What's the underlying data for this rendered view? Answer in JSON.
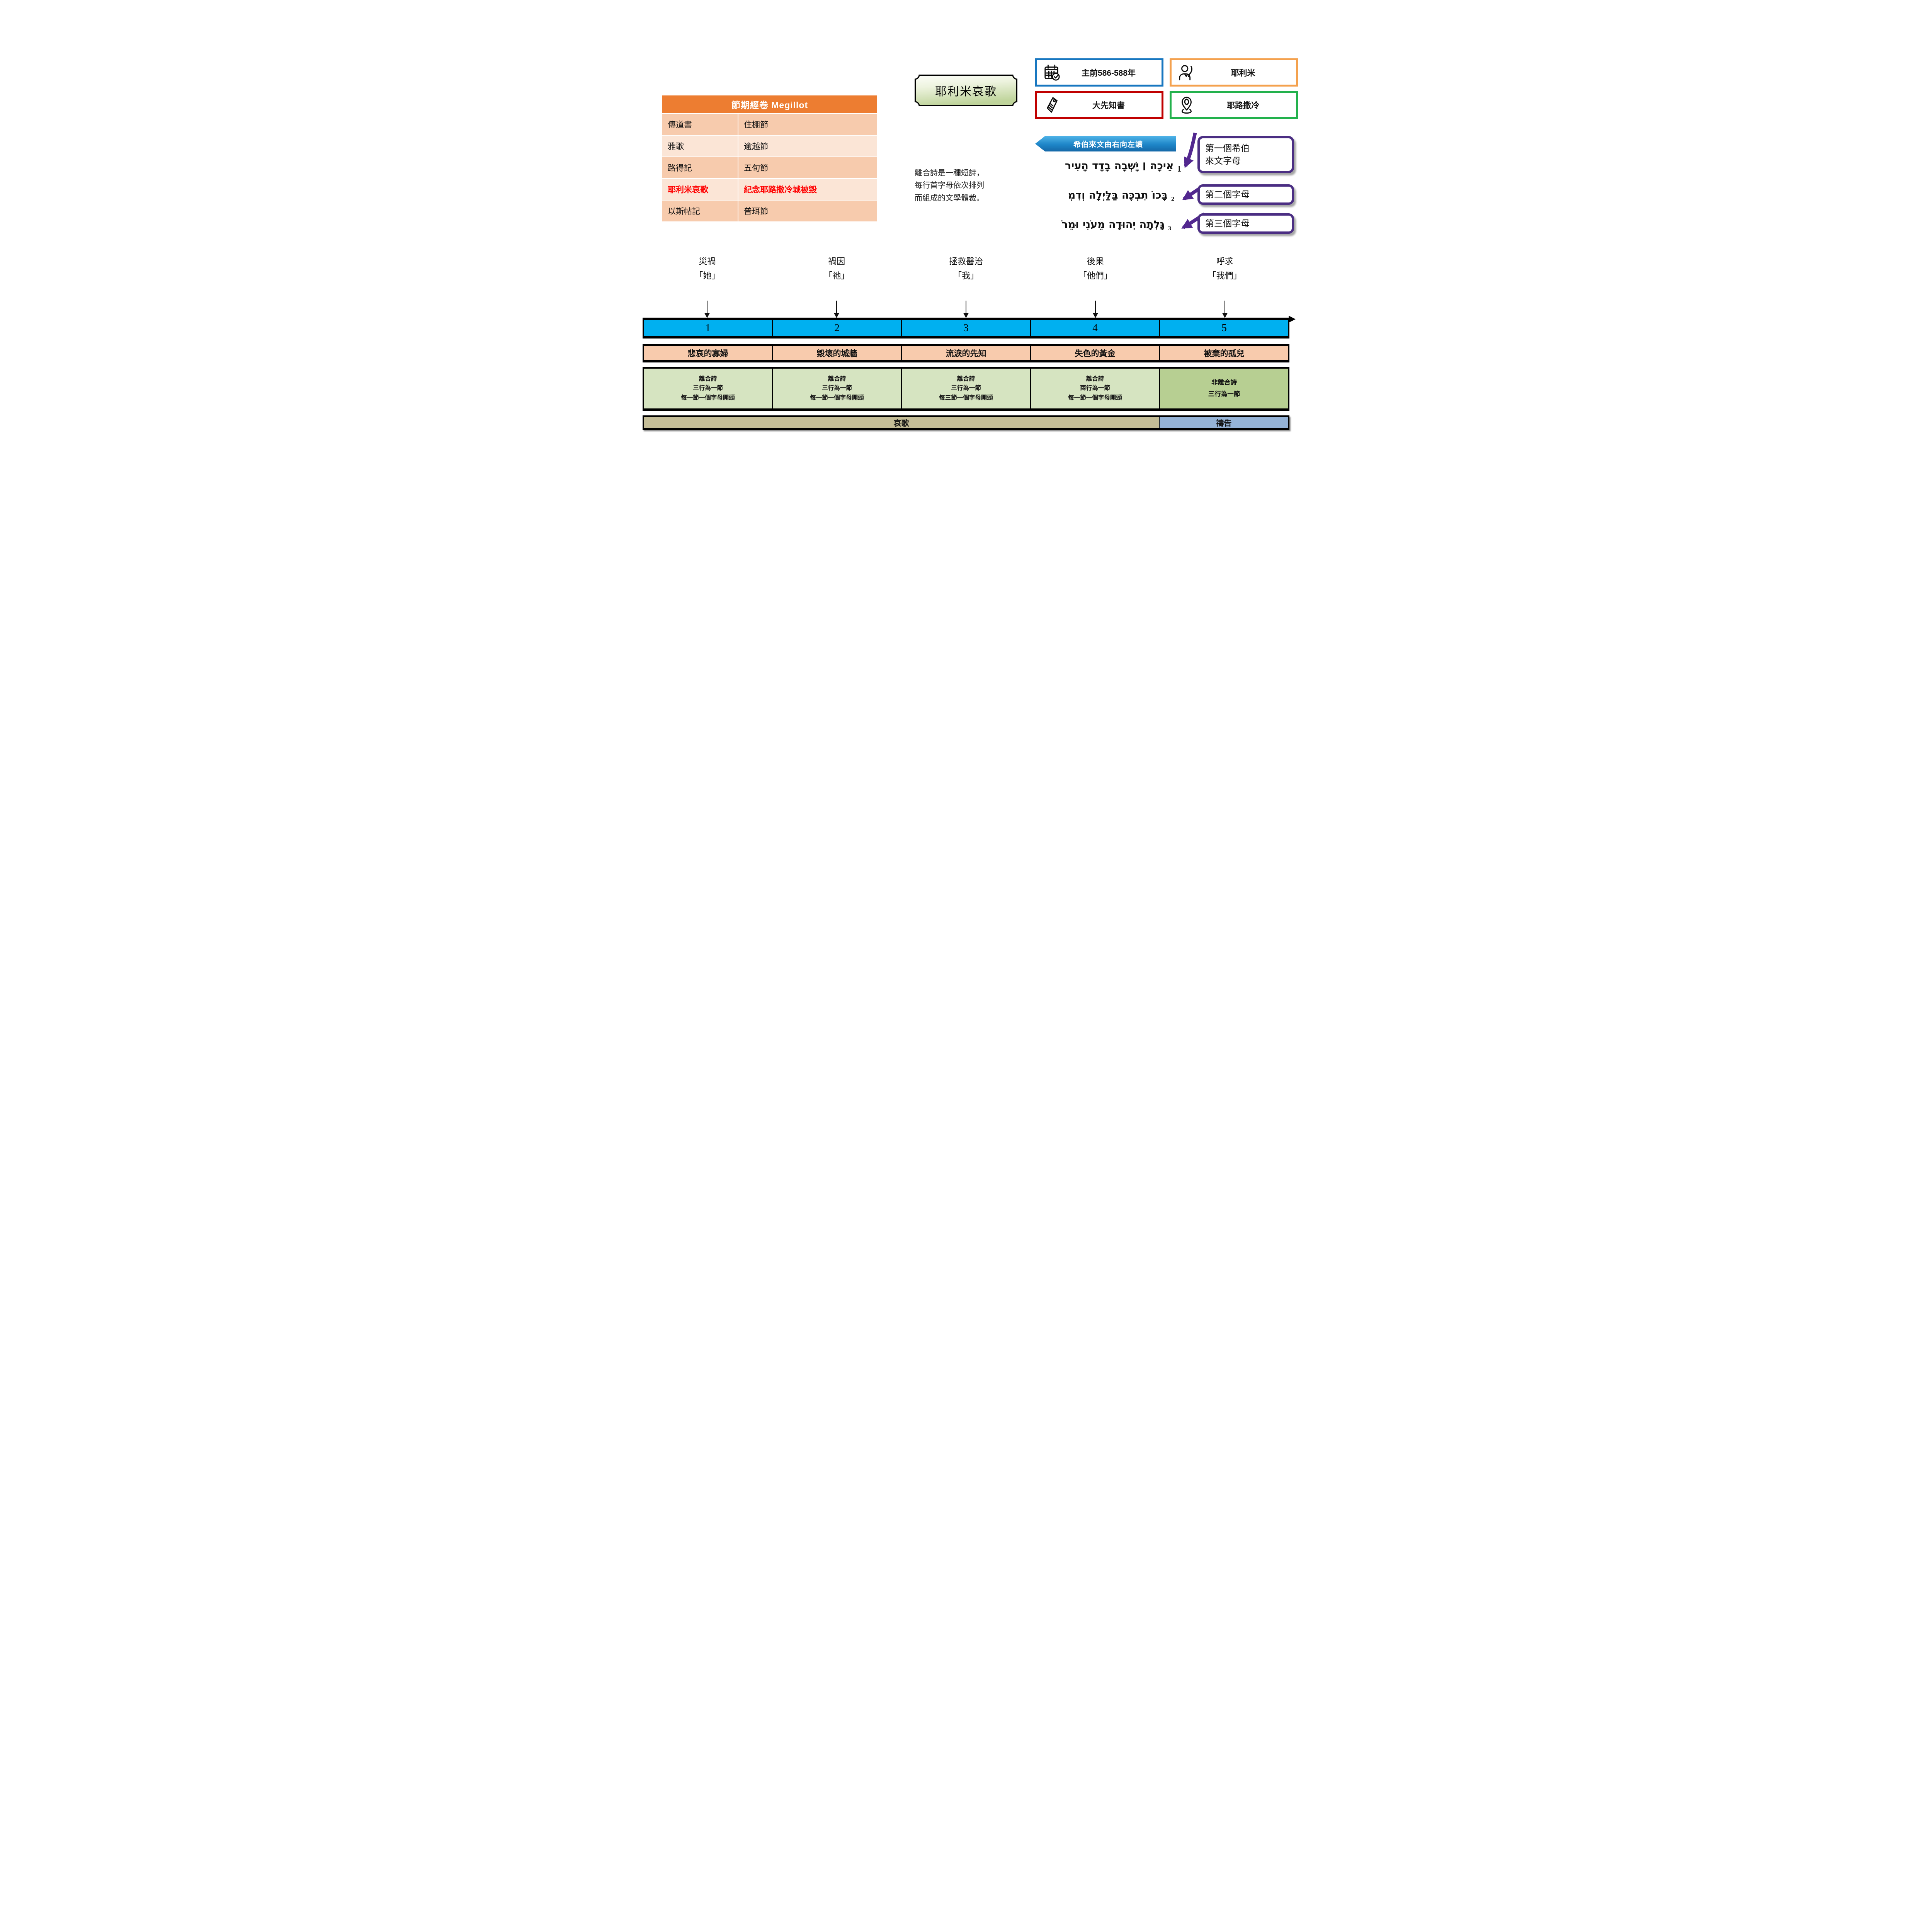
{
  "megillot_table": {
    "title": "節期經卷 Megillot",
    "header_bg": "#ED7D31",
    "row_colors": [
      "#F7CBAD",
      "#FBE5D6"
    ],
    "highlight_color": "#FF0000",
    "rows": [
      {
        "book": "傳道書",
        "festival": "住棚節",
        "highlight": false
      },
      {
        "book": "雅歌",
        "festival": "逾越節",
        "highlight": false
      },
      {
        "book": "路得記",
        "festival": "五旬節",
        "highlight": false
      },
      {
        "book": "耶利米哀歌",
        "festival": "紀念耶路撒冷城被毀",
        "highlight": true
      },
      {
        "book": "以斯帖記",
        "festival": "普珥節",
        "highlight": false
      }
    ]
  },
  "title_badge": {
    "text": "耶利米哀歌",
    "bg_top": "#FDFEFA",
    "bg_bottom": "#BFD49B"
  },
  "info_cards": [
    {
      "icon": "calendar-check-icon",
      "label": "主前586-588年",
      "border_color": "#1877C0"
    },
    {
      "icon": "author-quill-icon",
      "label": "耶利米",
      "border_color": "#F4A14E"
    },
    {
      "icon": "tag-icon",
      "label": "大先知書",
      "border_color": "#C00000"
    },
    {
      "icon": "location-pin-icon",
      "label": "耶路撒冷",
      "border_color": "#22B14C"
    }
  ],
  "acrostic_note": {
    "text": "離合詩是一種短詩，\n每行首字母依次排列\n而組成的文學體裁。"
  },
  "hebrew_panel": {
    "banner": {
      "text": "希伯來文由右向左讀",
      "bg": "#1E86C8"
    },
    "lines": [
      {
        "number": "1",
        "text": "אֵיכָה ׀ יָשְׁבָה בָדָד הָעִיר"
      },
      {
        "number": "2",
        "text": "בָּכוֹ תִבְכֶּה בַּלַּיְלָה וְדִמְ"
      },
      {
        "number": "3",
        "text": "גָּלְתָה יְהוּדָה מֵעֹנִי וּמֵרֹ"
      }
    ],
    "callouts": [
      {
        "text": "第一個希伯\n來文字母"
      },
      {
        "text": "第二個字母"
      },
      {
        "text": "第三個字母"
      }
    ],
    "arrow_color": "#52278F",
    "callout_border": "#4B2E83"
  },
  "chapters": {
    "labels": [
      {
        "theme": "災禍",
        "pronoun": "「她」"
      },
      {
        "theme": "禍因",
        "pronoun": "「祂」"
      },
      {
        "theme": "拯救醫治",
        "pronoun": "「我」"
      },
      {
        "theme": "後果",
        "pronoun": "「他們」"
      },
      {
        "theme": "呼求",
        "pronoun": "「我們」"
      }
    ],
    "numbers": [
      "1",
      "2",
      "3",
      "4",
      "5"
    ],
    "number_row_bg": "#00B0F0",
    "titles": [
      "悲哀的寡婦",
      "毀壞的城牆",
      "流淚的先知",
      "失色的黃金",
      "被棄的孤兒"
    ],
    "title_row_bg": "#F8CBAD",
    "structures": [
      {
        "text": "離合詩\n三行為一節\n每一節一個字母開頭",
        "dark": false
      },
      {
        "text": "離合詩\n三行為一節\n每一節一個字母開頭",
        "dark": false
      },
      {
        "text": "離合詩\n三行為一節\n每三節一個字母開頭",
        "dark": false
      },
      {
        "text": "離合詩\n兩行為一節\n每一節一個字母開頭",
        "dark": false
      },
      {
        "text": "非離合詩\n三行為一節",
        "dark": true
      }
    ],
    "structure_bg_light": "#D6E4C1",
    "structure_bg_dark": "#B7CF92",
    "genre": {
      "lament": "哀歌",
      "prayer": "禱告",
      "lament_bg": "#C4BD97",
      "prayer_bg": "#95B3D7"
    }
  }
}
